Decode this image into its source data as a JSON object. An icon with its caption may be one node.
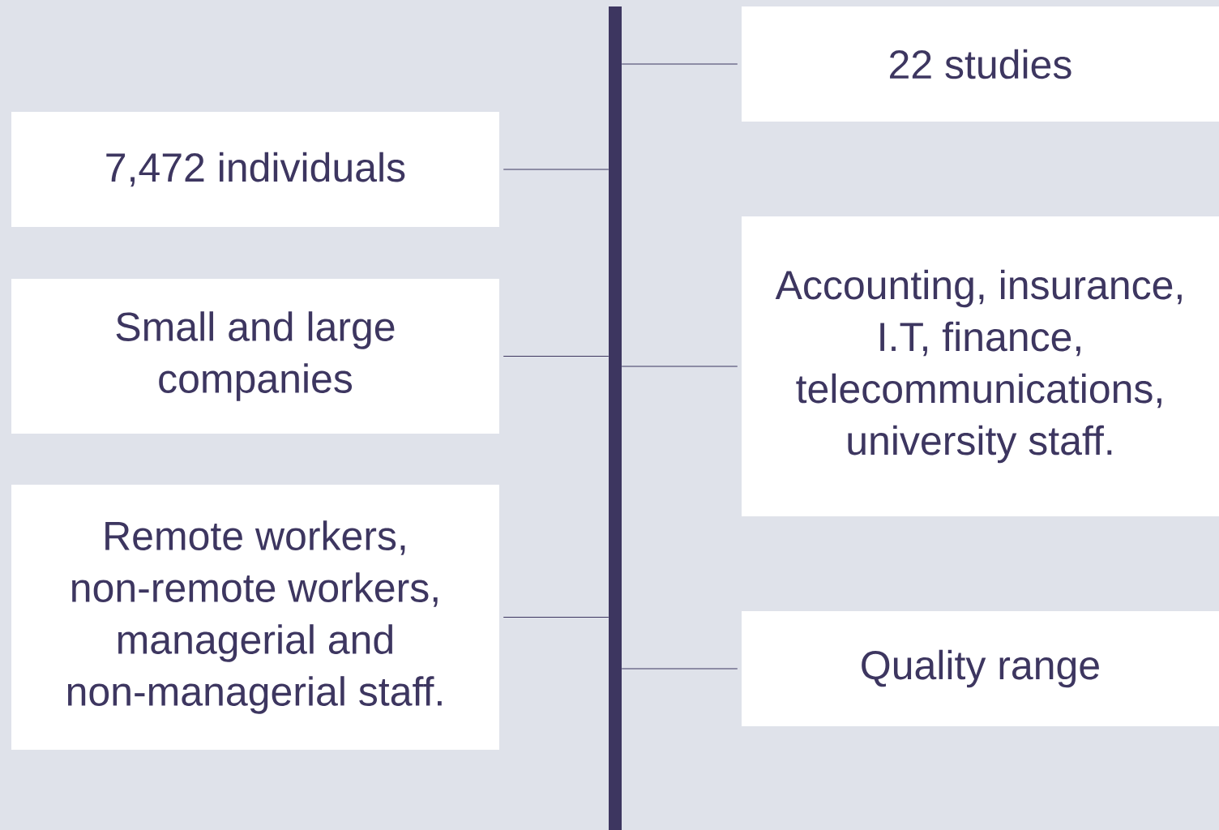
{
  "diagram": {
    "nodes": [
      {
        "text": [
          "22 studies"
        ]
      },
      {
        "text": [
          "7,472 individuals"
        ]
      },
      {
        "text": [
          "Small and large companies"
        ]
      },
      {
        "text": [
          "Accounting, insurance, I.T, finance, telecommunications, university staff."
        ]
      },
      {
        "text": [
          "Remote workers, non-remote workers, managerial and non-managerial staff."
        ]
      },
      {
        "text": [
          "Quality range"
        ]
      },
      {
        "text": [],
        "shape": "bar"
      }
    ],
    "edges": [
      {
        "from": 0,
        "to": 6,
        "arrow": "none"
      },
      {
        "from": 1,
        "to": 6,
        "arrow": "none"
      },
      {
        "from": 2,
        "to": 6,
        "arrow": "none"
      },
      {
        "from": 3,
        "to": 6,
        "arrow": "none"
      },
      {
        "from": 4,
        "to": 6,
        "arrow": "none"
      },
      {
        "from": 5,
        "to": 6,
        "arrow": "none"
      }
    ]
  }
}
